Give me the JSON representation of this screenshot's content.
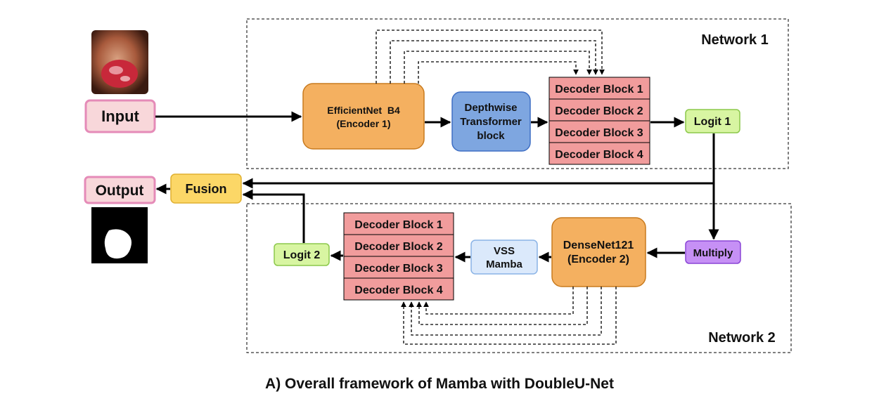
{
  "network1": {
    "label": "Network 1"
  },
  "network2": {
    "label": "Network 2"
  },
  "input": {
    "label": "Input"
  },
  "output": {
    "label": "Output"
  },
  "fusion": {
    "label": "Fusion"
  },
  "encoder1": {
    "line1": "EfficientNet  B4",
    "line2": "(Encoder 1)"
  },
  "depthwise": {
    "line1": "Depthwise",
    "line2": "Transformer",
    "line3": "block"
  },
  "decoder1": {
    "blocks": [
      "Decoder Block 1",
      "Decoder Block 2",
      "Decoder Block 3",
      "Decoder Block 4"
    ]
  },
  "logit1": {
    "label": "Logit 1"
  },
  "multiply": {
    "label": "Multiply"
  },
  "encoder2": {
    "line1": "DenseNet121",
    "line2": "(Encoder 2)"
  },
  "vss": {
    "line1": "VSS",
    "line2": "Mamba"
  },
  "decoder2": {
    "blocks": [
      "Decoder Block 1",
      "Decoder Block 2",
      "Decoder Block 3",
      "Decoder Block 4"
    ]
  },
  "logit2": {
    "label": "Logit 2"
  },
  "caption": {
    "text": "A) Overall framework of Mamba with DoubleU-Net"
  },
  "colors": {
    "input_fill": "#f8d7da",
    "input_border": "#e58bb8",
    "encoder_fill": "#f4b060",
    "encoder_border": "#c87a1e",
    "transformer_fill": "#7ea6e0",
    "transformer_border": "#3f6fc4",
    "decoder_fill": "#f19c9c",
    "logit_fill": "#d8f5a2",
    "logit_border": "#8cc84b",
    "fusion_fill": "#fcd767",
    "fusion_border": "#e0b030",
    "multiply_fill": "#c690f5",
    "multiply_border": "#8a45d6",
    "vss_fill": "#dbe9fb",
    "vss_border": "#8ab3e6"
  },
  "images": {
    "input_image": "endoscopy-photo",
    "output_image": "segmentation-mask"
  }
}
